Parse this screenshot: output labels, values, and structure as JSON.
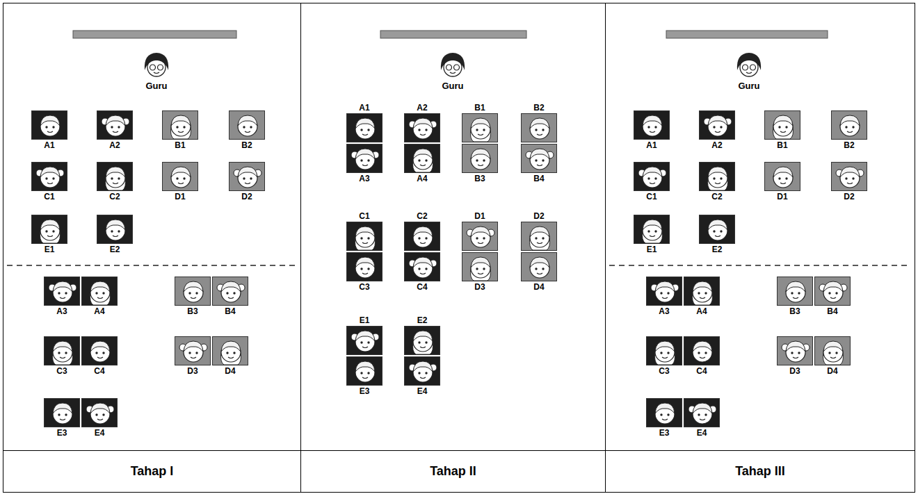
{
  "diagram": {
    "nodes": [
      {
        "text": [
          "Tahap I"
        ]
      },
      {
        "text": [
          "A1"
        ],
        "in": 0
      },
      {
        "text": [
          "A2"
        ],
        "in": 0
      },
      {
        "text": [
          "B1"
        ],
        "in": 0
      },
      {
        "text": [
          "B2"
        ],
        "in": 0
      },
      {
        "text": [
          "C1"
        ],
        "in": 0
      },
      {
        "text": [
          "C2"
        ],
        "in": 0
      },
      {
        "text": [
          "D1"
        ],
        "in": 0
      },
      {
        "text": [
          "D2"
        ],
        "in": 0
      },
      {
        "text": [
          "E1"
        ],
        "in": 0
      },
      {
        "text": [
          "E2"
        ],
        "in": 0
      },
      {
        "text": [
          "A3"
        ],
        "in": 0
      },
      {
        "text": [
          "A4"
        ],
        "in": 0
      },
      {
        "text": [
          "B3"
        ],
        "in": 0
      },
      {
        "text": [
          "B4"
        ],
        "in": 0
      },
      {
        "text": [
          "C3"
        ],
        "in": 0
      },
      {
        "text": [
          "C4"
        ],
        "in": 0
      },
      {
        "text": [
          "D3"
        ],
        "in": 0
      },
      {
        "text": [
          "D4"
        ],
        "in": 0
      },
      {
        "text": [
          "E3"
        ],
        "in": 0
      },
      {
        "text": [
          "E4"
        ],
        "in": 0
      },
      {
        "text": [
          "Tahap II"
        ]
      },
      {
        "text": [
          "A1"
        ],
        "in": 21
      },
      {
        "text": [
          "A2"
        ],
        "in": 21
      },
      {
        "text": [
          "B1"
        ],
        "in": 21
      },
      {
        "text": [
          "B2"
        ],
        "in": 21
      },
      {
        "text": [
          "A3"
        ],
        "in": 21
      },
      {
        "text": [
          "A4"
        ],
        "in": 21
      },
      {
        "text": [
          "B3"
        ],
        "in": 21
      },
      {
        "text": [
          "B4"
        ],
        "in": 21
      },
      {
        "text": [
          "C1"
        ],
        "in": 21
      },
      {
        "text": [
          "C2"
        ],
        "in": 21
      },
      {
        "text": [
          "D1"
        ],
        "in": 21
      },
      {
        "text": [
          "D2"
        ],
        "in": 21
      },
      {
        "text": [
          "C3"
        ],
        "in": 21
      },
      {
        "text": [
          "C4"
        ],
        "in": 21
      },
      {
        "text": [
          "D3"
        ],
        "in": 21
      },
      {
        "text": [
          "D4"
        ],
        "in": 21
      },
      {
        "text": [
          "E1"
        ],
        "in": 21
      },
      {
        "text": [
          "E2"
        ],
        "in": 21
      },
      {
        "text": [
          "E3"
        ],
        "in": 21
      },
      {
        "text": [
          "E4"
        ],
        "in": 21
      },
      {
        "text": [
          "Tahap III"
        ]
      },
      {
        "text": [
          "A1"
        ],
        "in": 42
      },
      {
        "text": [
          "A2"
        ],
        "in": 42
      },
      {
        "text": [
          "B1"
        ],
        "in": 42
      },
      {
        "text": [
          "B2"
        ],
        "in": 42
      },
      {
        "text": [
          "C1"
        ],
        "in": 42
      },
      {
        "text": [
          "C2"
        ],
        "in": 42
      },
      {
        "text": [
          "D1"
        ],
        "in": 42
      },
      {
        "text": [
          "D2"
        ],
        "in": 42
      },
      {
        "text": [
          "E1"
        ],
        "in": 42
      },
      {
        "text": [
          "E2"
        ],
        "in": 42
      },
      {
        "text": [
          "A3"
        ],
        "in": 42
      },
      {
        "text": [
          "A4"
        ],
        "in": 42
      },
      {
        "text": [
          "B3"
        ],
        "in": 42
      },
      {
        "text": [
          "B4"
        ],
        "in": 42
      },
      {
        "text": [
          "C3"
        ],
        "in": 42
      },
      {
        "text": [
          "C4"
        ],
        "in": 42
      },
      {
        "text": [
          "D3"
        ],
        "in": 42
      },
      {
        "text": [
          "D4"
        ],
        "in": 42
      },
      {
        "text": [
          "E3"
        ],
        "in": 42
      },
      {
        "text": [
          "E4"
        ],
        "in": 42
      }
    ],
    "labels": [
      "Guru",
      "Guru",
      "Guru"
    ]
  }
}
